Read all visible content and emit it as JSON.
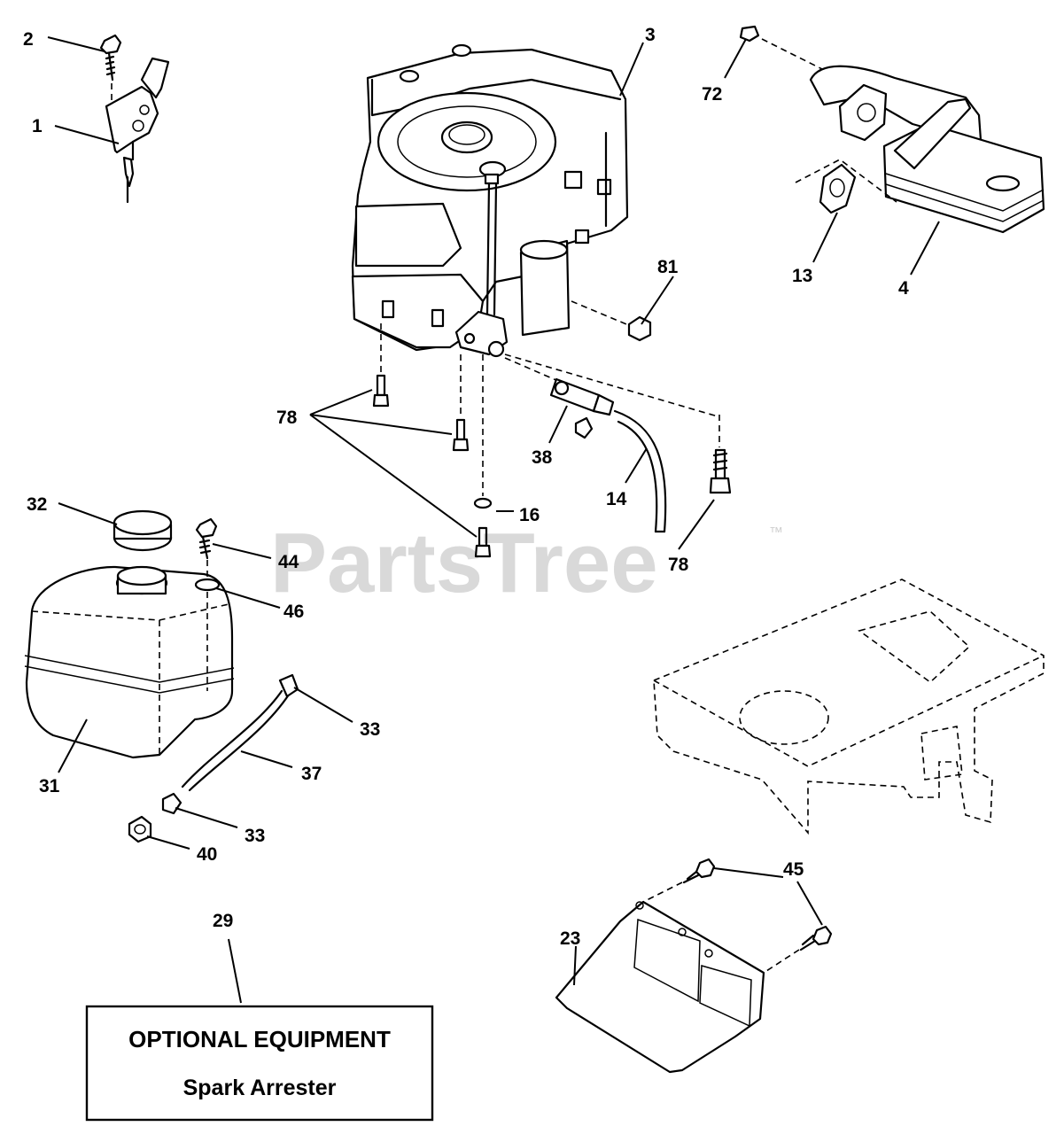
{
  "watermark": {
    "text": "PartsTree",
    "trademark": "™"
  },
  "callouts": {
    "c1": "1",
    "c2": "2",
    "c3": "3",
    "c4": "4",
    "c13": "13",
    "c14": "14",
    "c16": "16",
    "c23": "23",
    "c29": "29",
    "c31": "31",
    "c32": "32",
    "c33a": "33",
    "c33b": "33",
    "c37": "37",
    "c38": "38",
    "c40": "40",
    "c44": "44",
    "c45": "45",
    "c46": "46",
    "c72": "72",
    "c78a": "78",
    "c78b": "78",
    "c81": "81"
  },
  "optional_box": {
    "title": "OPTIONAL EQUIPMENT",
    "subtitle": "Spark Arrester"
  },
  "colors": {
    "line": "#000000",
    "watermark": "#d9d9d9",
    "background": "#ffffff"
  }
}
